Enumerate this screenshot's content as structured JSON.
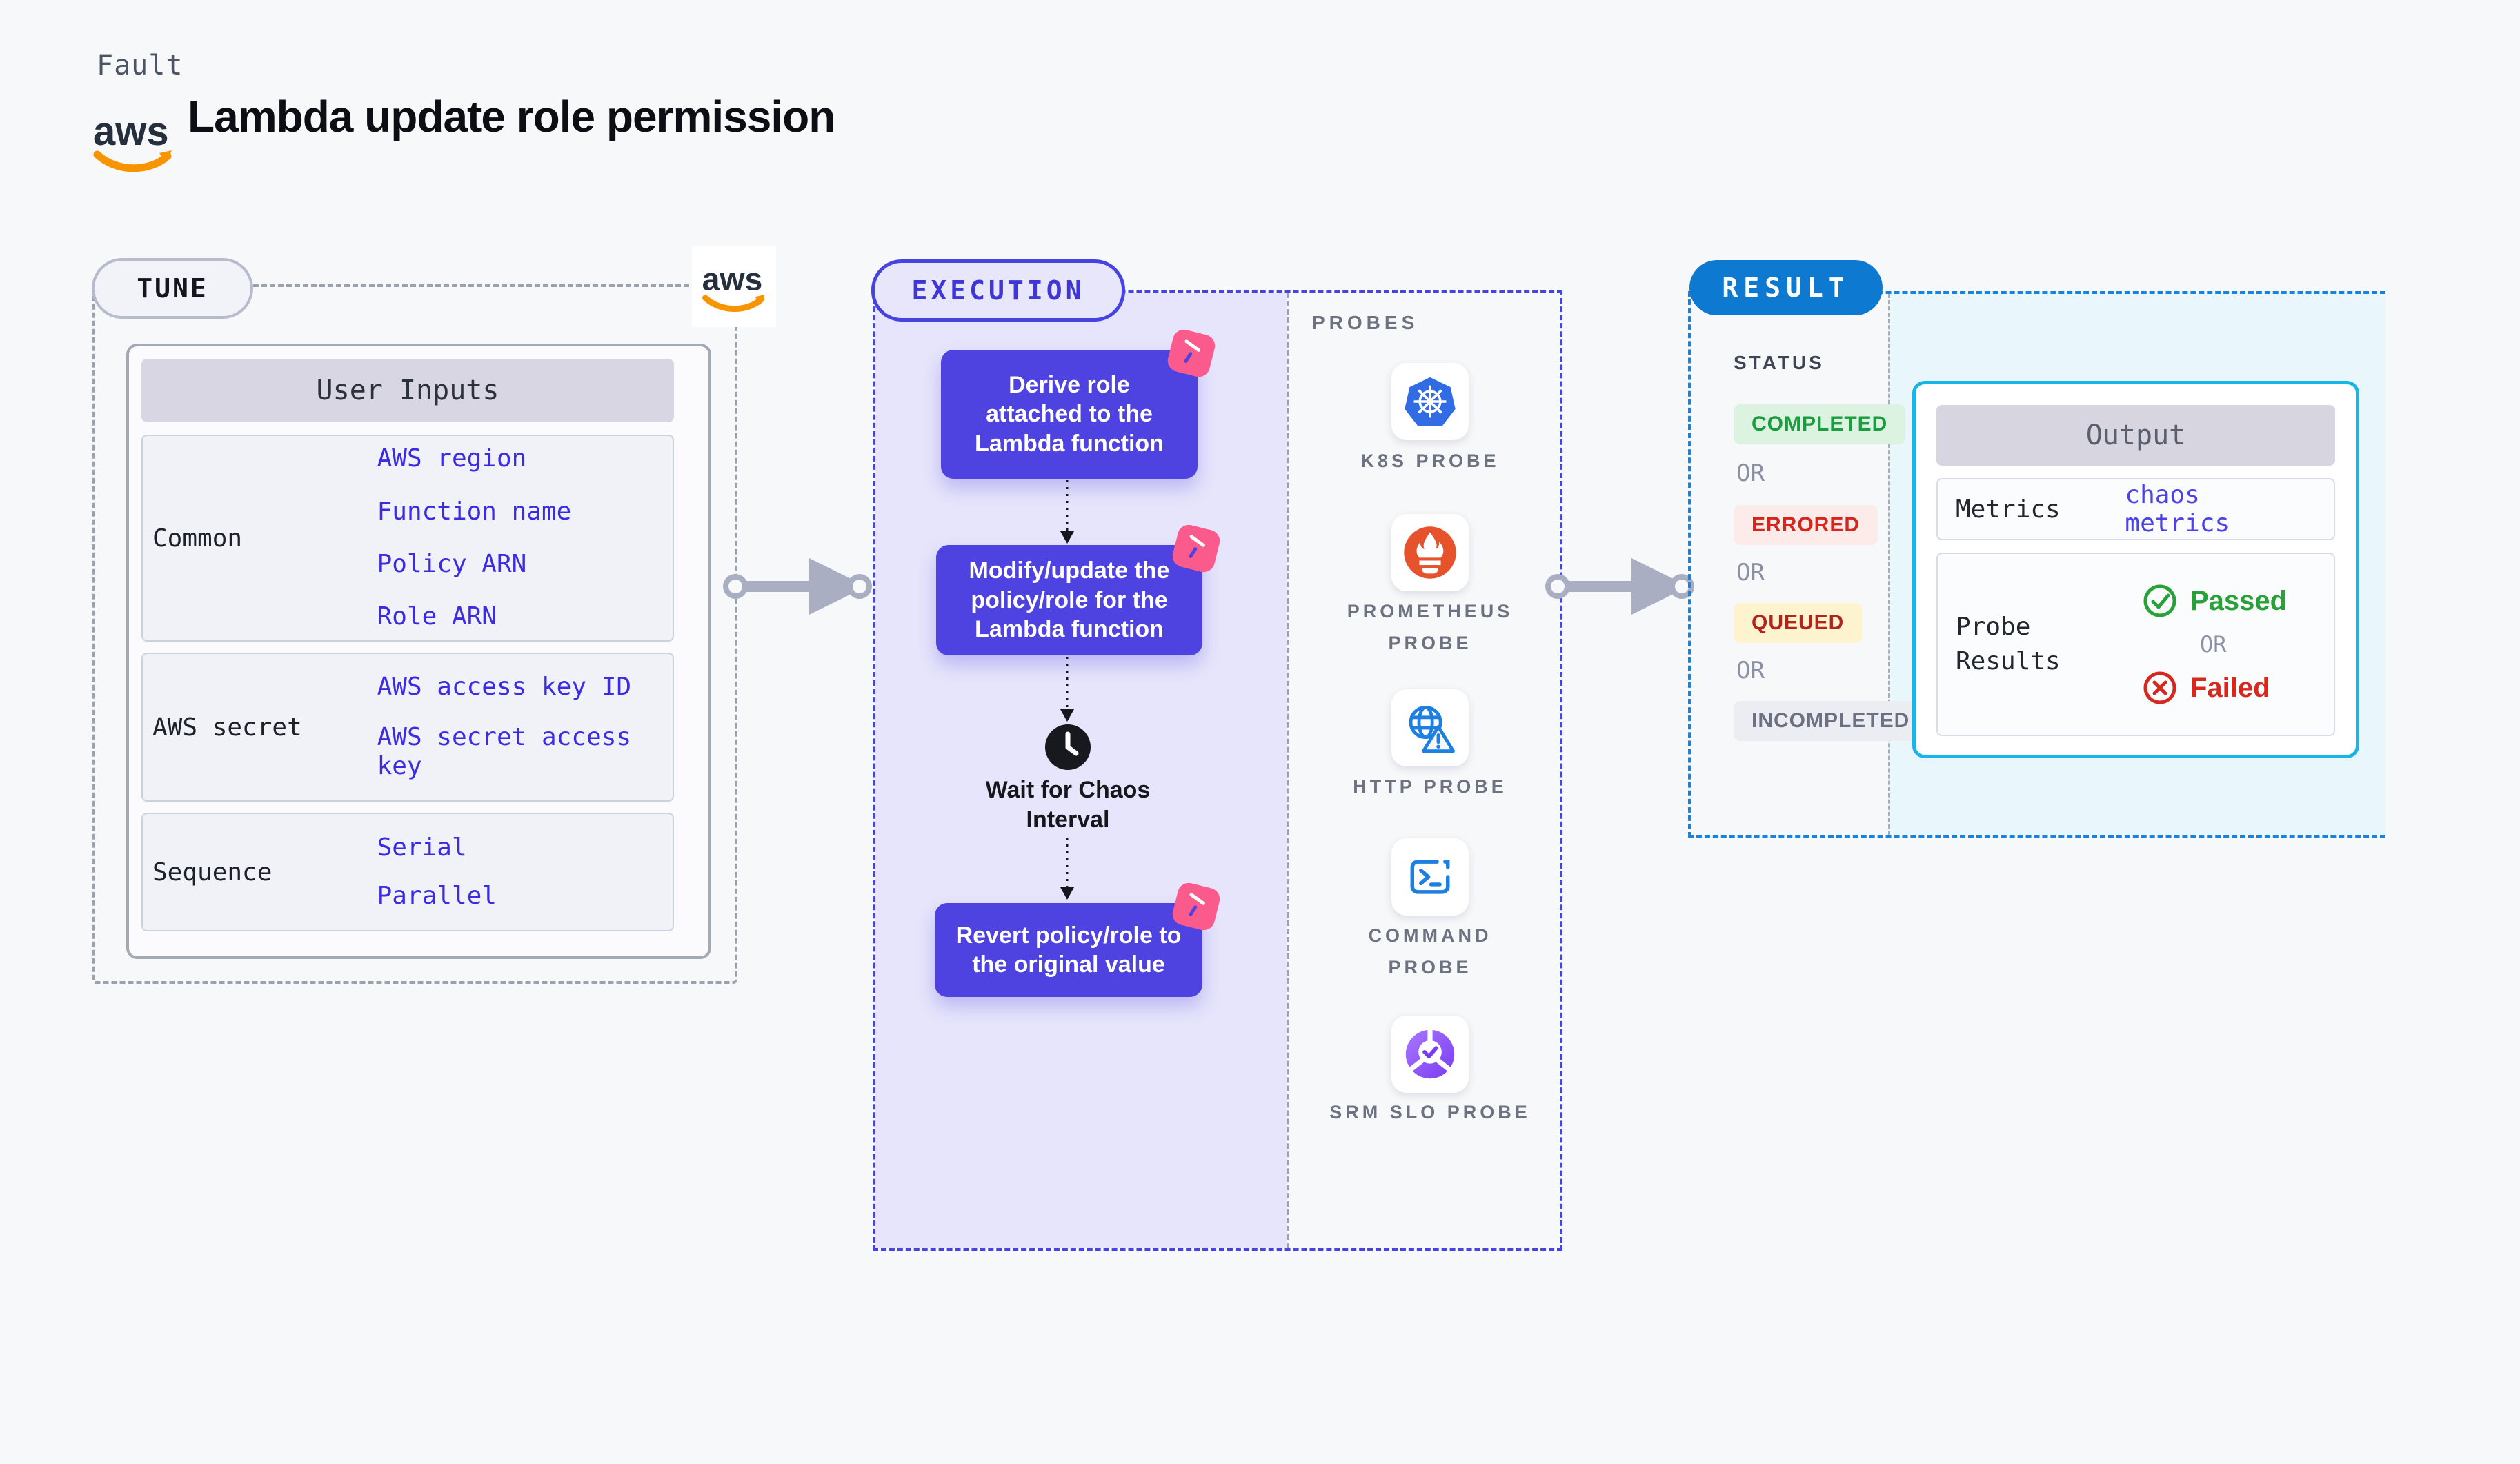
{
  "header": {
    "kicker": "Fault",
    "title": "Lambda update role permission",
    "aws_logo_text": "aws"
  },
  "tune": {
    "badge": "TUNE",
    "table_title": "User Inputs",
    "rows": [
      {
        "label": "Common",
        "values": [
          "AWS region",
          "Function name",
          "Policy ARN",
          "Role ARN"
        ]
      },
      {
        "label": "AWS secret",
        "values": [
          "AWS access key ID",
          "AWS secret access key"
        ]
      },
      {
        "label": "Sequence",
        "values": [
          "Serial",
          "Parallel"
        ]
      }
    ]
  },
  "execution": {
    "badge": "EXECUTION",
    "steps": [
      "Derive role attached to the Lambda function",
      "Modify/update the policy/role for the Lambda function",
      "Revert policy/role to the original value"
    ],
    "wait_label": "Wait for Chaos Interval",
    "wait_icon": "clock-icon",
    "step_icon": "chaos-fault-icon"
  },
  "probes": {
    "title": "PROBES",
    "items": [
      {
        "name": "K8S PROBE",
        "icon": "kubernetes-icon"
      },
      {
        "name": "PROMETHEUS PROBE",
        "icon": "prometheus-icon"
      },
      {
        "name": "HTTP PROBE",
        "icon": "globe-warning-icon"
      },
      {
        "name": "COMMAND PROBE",
        "icon": "terminal-icon"
      },
      {
        "name": "SRM SLO PROBE",
        "icon": "slo-donut-check-icon"
      }
    ]
  },
  "result": {
    "badge": "RESULT",
    "status_title": "STATUS",
    "or_label": "OR",
    "statuses": [
      {
        "label": "COMPLETED",
        "fg": "#1a9c3f",
        "bg": "#dcf3e1"
      },
      {
        "label": "ERRORED",
        "fg": "#d3261c",
        "bg": "#fcebe9"
      },
      {
        "label": "QUEUED",
        "fg": "#b3241c",
        "bg": "#fdf3cf"
      },
      {
        "label": "INCOMPLETED",
        "fg": "#6b7183",
        "bg": "#ebedf3"
      }
    ],
    "output": {
      "title": "Output",
      "metrics_label": "Metrics",
      "metrics_value": "chaos metrics",
      "probe_results_label": "Probe Results",
      "passed_label": "Passed",
      "failed_label": "Failed",
      "or_label": "OR",
      "passed_icon": "check-circle-icon",
      "failed_icon": "x-circle-icon"
    }
  },
  "colors": {
    "page_bg": "#f7f8fa",
    "step_box": "#4e43e1",
    "execution_fill": "#e6e5fb",
    "execution_border": "#4643de",
    "tune_border": "#9aa2ae",
    "result_border": "#1583df",
    "result_fill": "#e9f6fc",
    "result_badge_bg": "#0e79d0",
    "output_border": "#18b5e8",
    "input_value_text": "#3b2ce4",
    "metrics_value_text": "#4c42e8",
    "chaos_chip": "#fa5a8c",
    "arrow_gray": "#a9aec2",
    "aws_orange": "#f79400",
    "passed_green": "#27a138",
    "failed_red": "#d7281e"
  }
}
